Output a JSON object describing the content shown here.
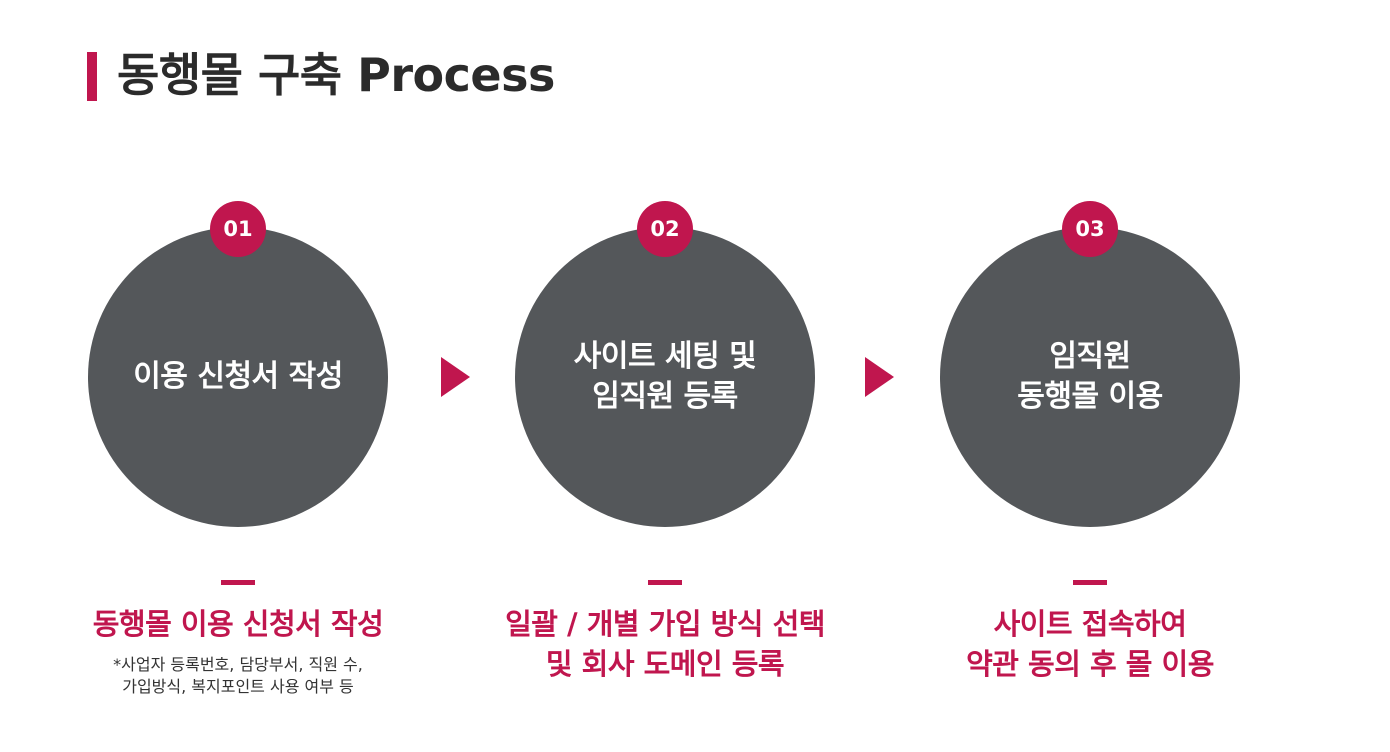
{
  "title": "동행몰 구축 Process",
  "colors": {
    "accent": "#c0164e",
    "circle": "#54575a",
    "title": "#2b2b2b"
  },
  "steps": [
    {
      "number": "01",
      "circle_text": "이용 신청서 작성",
      "caption": "동행몰 이용 신청서 작성",
      "note": "*사업자 등록번호, 담당부서, 직원 수,\n가입방식, 복지포인트 사용 여부 등"
    },
    {
      "number": "02",
      "circle_text": "사이트 세팅 및\n임직원 등록",
      "caption": "일괄 / 개별 가입 방식 선택\n및 회사 도메인 등록"
    },
    {
      "number": "03",
      "circle_text": "임직원\n동행몰 이용",
      "caption": "사이트 접속하여\n약관 동의 후 몰 이용"
    }
  ],
  "arrows": [
    "arrow-right-icon",
    "arrow-right-icon"
  ]
}
